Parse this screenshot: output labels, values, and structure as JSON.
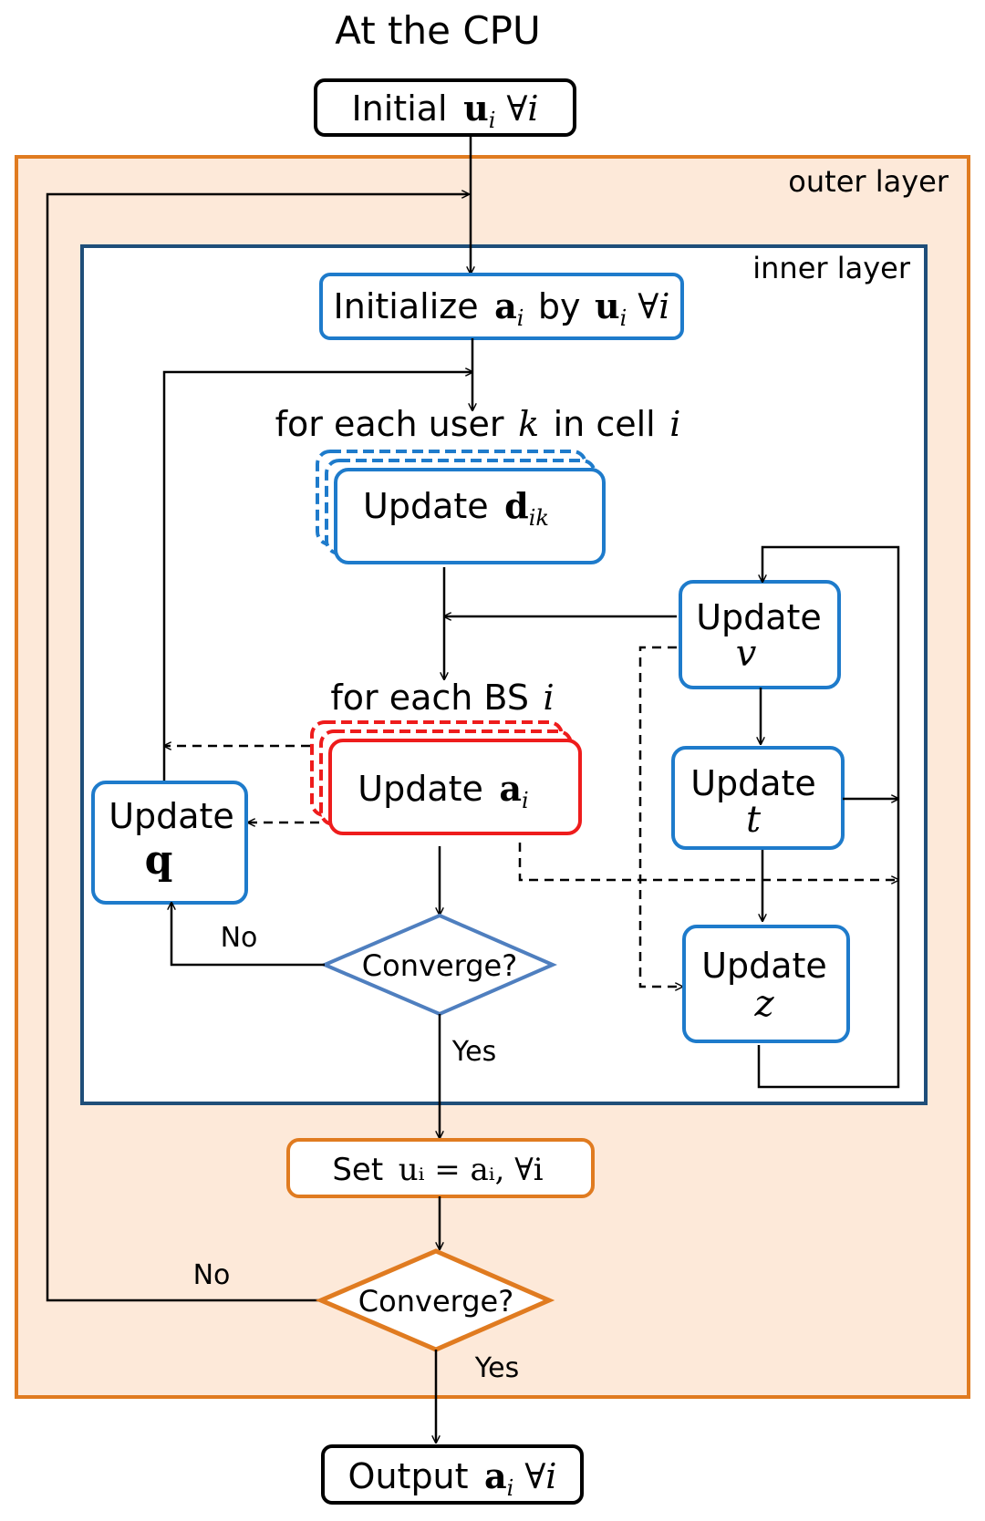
{
  "title": "At the CPU",
  "layers": {
    "outer": "outer layer",
    "inner": "inner layer"
  },
  "nodes": {
    "initial_u": {
      "text": "Initial",
      "math_var": "u",
      "math_sub": "i",
      "math_tail": "∀i"
    },
    "init_a": {
      "text_a": "Initialize",
      "var_a": "a",
      "sub_a": "i",
      "text_b": "by",
      "var_b": "u",
      "sub_b": "i",
      "tail": "∀i"
    },
    "for_each_user": {
      "p1": "for each user",
      "k": "k",
      "p2": "in cell",
      "i": "i"
    },
    "update_d": {
      "text": "Update",
      "var": "d",
      "sub": "ik"
    },
    "for_each_bs": {
      "p1": "for each BS",
      "i": "i"
    },
    "update_a": {
      "text": "Update",
      "var": "a",
      "sub": "i"
    },
    "update_q": {
      "text": "Update",
      "var": "q"
    },
    "update_v": {
      "text": "Update",
      "var": "v"
    },
    "update_t": {
      "text": "Update",
      "var": "t"
    },
    "update_z": {
      "text": "Update",
      "var": "z"
    },
    "converge_inner": {
      "text": "Converge?",
      "no": "No",
      "yes": "Yes"
    },
    "set_u": {
      "text": "Set",
      "expr": "uᵢ = aᵢ, ∀i"
    },
    "converge_outer": {
      "text": "Converge?",
      "no": "No",
      "yes": "Yes"
    },
    "output": {
      "text": "Output",
      "var": "a",
      "sub": "i",
      "tail": "∀i"
    }
  },
  "colors": {
    "outer_fill": "#fde9d9",
    "outer_border": "#e07b20",
    "inner_border": "#1f4e79",
    "blue_box": "#1e7bcb",
    "red_box": "#ee1c1c",
    "diamond_blue": "#4f7fbf",
    "orange_box": "#e07b20"
  }
}
